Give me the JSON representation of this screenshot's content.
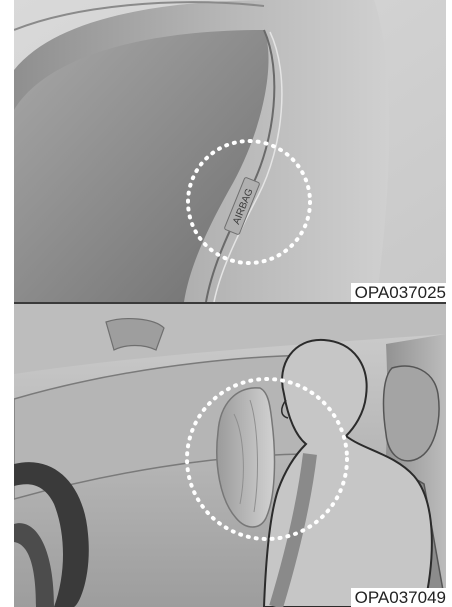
{
  "figures": [
    {
      "code": "OPA037025",
      "embossed_text": "AIRBAG",
      "subject": "side-airbag-seat-label-icon"
    },
    {
      "code": "OPA037049",
      "subject": "side-airbag-deployed-icon"
    }
  ],
  "colors": {
    "background": "#ffffff",
    "seat_light": "#d6d6d6",
    "seat_dark": "#7a7a7a",
    "highlight_circle": "#ffffff",
    "outline": "#2b2b2b"
  }
}
